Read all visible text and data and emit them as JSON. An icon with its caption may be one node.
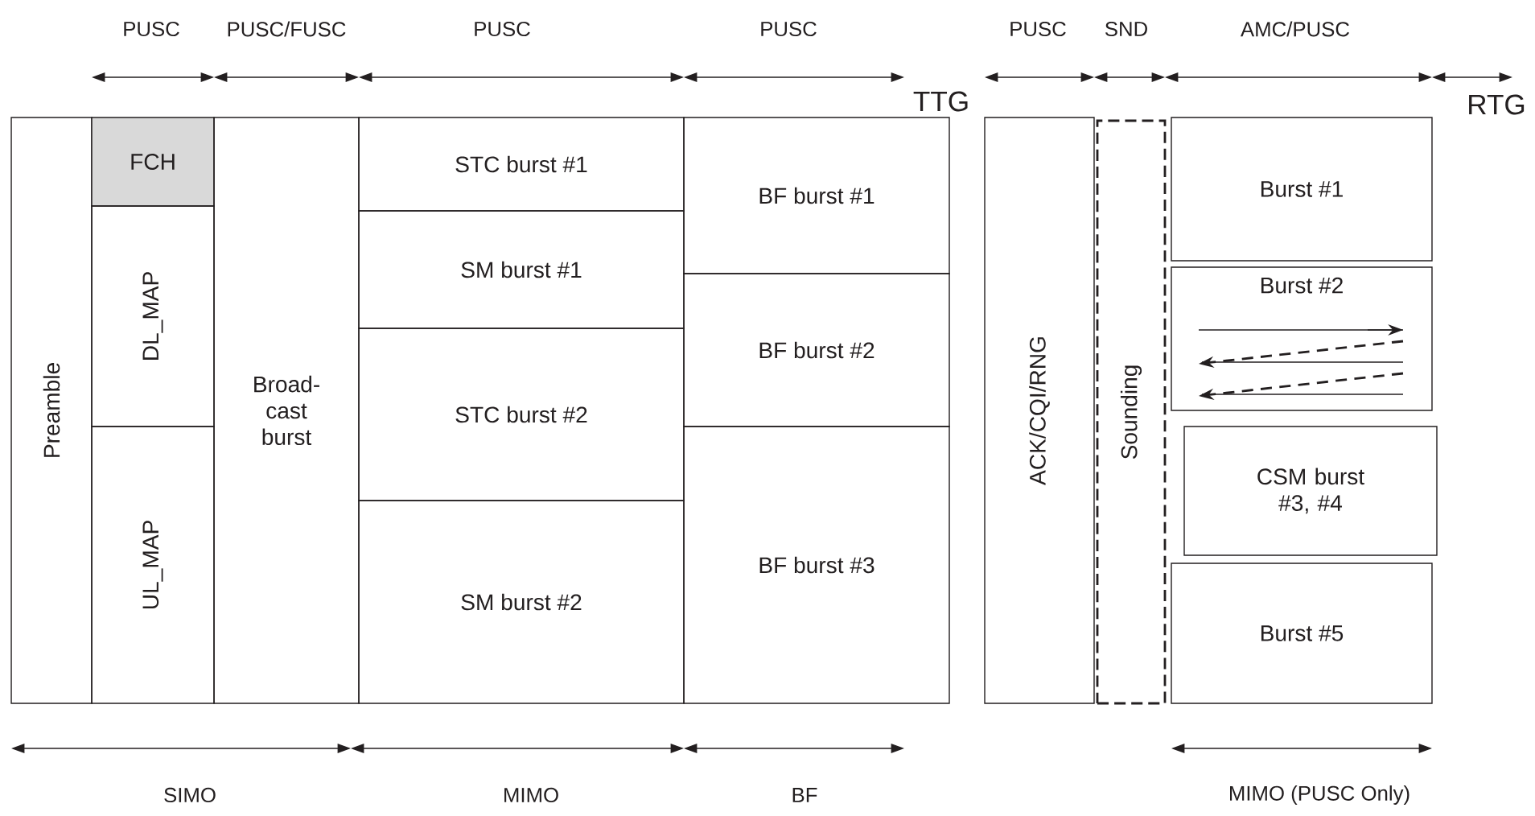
{
  "diagram": {
    "nodes": [
      {
        "text": [
          "Preamble"
        ]
      },
      {
        "text": [
          "FCH"
        ]
      },
      {
        "text": [
          "DL_MAP"
        ]
      },
      {
        "text": [
          "UL_MAP"
        ]
      },
      {
        "text": [
          "Broad-cast burst"
        ]
      },
      {
        "text": [
          "STC burst #1"
        ]
      },
      {
        "text": [
          "SM burst #1"
        ]
      },
      {
        "text": [
          "STC burst #2"
        ]
      },
      {
        "text": [
          "SM burst #2"
        ]
      },
      {
        "text": [
          "BF burst #1"
        ]
      },
      {
        "text": [
          "BF burst #2"
        ]
      },
      {
        "text": [
          "BF burst #3"
        ]
      },
      {
        "text": [
          "ACK/CQI/RNG"
        ]
      },
      {
        "text": [
          "Sounding"
        ]
      },
      {
        "text": [
          "Burst #1"
        ]
      },
      {
        "text": [
          "Burst #2"
        ]
      },
      {
        "text": [
          "CSM burst #3, #4"
        ]
      },
      {
        "text": [
          "Burst #5"
        ]
      }
    ],
    "labels": [
      "PUSC",
      "PUSC/FUSC",
      "PUSC",
      "PUSC",
      "PUSC",
      "SND",
      "AMC/PUSC",
      "TTG",
      "RTG",
      "SIMO",
      "MIMO",
      "BF",
      "MIMO (PUSC Only)"
    ]
  }
}
